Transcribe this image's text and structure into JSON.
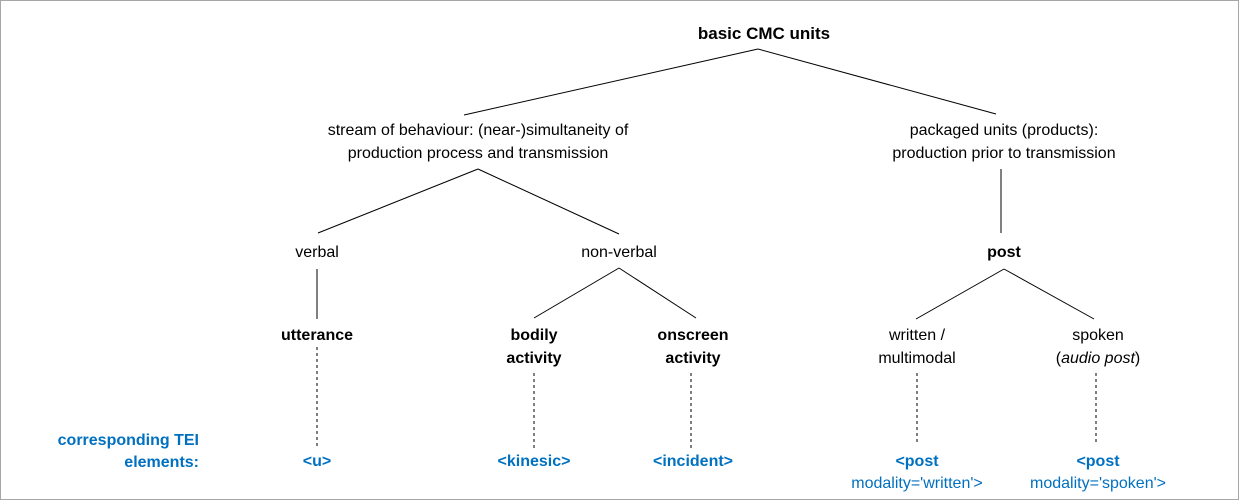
{
  "diagram": {
    "colors": {
      "accent_blue": "#0070C0",
      "line_color": "#000000",
      "border_gray": "#a6a6a6"
    },
    "nodes": {
      "root": "basic CMC units",
      "stream": {
        "line1": "stream of behaviour: (near-)simultaneity of",
        "line2": "production process and transmission"
      },
      "packaged": {
        "line1": "packaged units (products):",
        "line2": "production prior to transmission"
      },
      "verbal": "verbal",
      "nonverbal": "non-verbal",
      "post": "post",
      "utterance": "utterance",
      "bodily": {
        "line1": "bodily",
        "line2": "activity"
      },
      "onscreen": {
        "line1": "onscreen",
        "line2": "activity"
      },
      "written": {
        "line1": "written /",
        "line2": "multimodal"
      },
      "spoken": {
        "line1": "spoken",
        "paren_open": "(",
        "italic_part": "audio post",
        "paren_close": ")"
      }
    },
    "tei": {
      "caption_line1": "corresponding TEI",
      "caption_line2": "elements:",
      "u": "<u>",
      "kinesic": "<kinesic>",
      "incident": "<incident>",
      "post_written_line1": "<post",
      "post_written_line2": "modality='written'>",
      "post_spoken_line1": "<post",
      "post_spoken_line2": "modality='spoken'>"
    },
    "connectors": {
      "solid": [
        [
          757,
          48,
          463,
          114
        ],
        [
          757,
          48,
          995,
          113
        ],
        [
          477,
          168,
          317,
          232
        ],
        [
          477,
          168,
          618,
          233
        ],
        [
          1000,
          168,
          1000,
          232
        ],
        [
          316,
          268,
          316,
          318
        ],
        [
          618,
          267,
          533,
          317
        ],
        [
          618,
          267,
          695,
          317
        ],
        [
          1003,
          268,
          915,
          318
        ],
        [
          1003,
          268,
          1093,
          318
        ]
      ],
      "dashed": [
        [
          316,
          346,
          316,
          446
        ],
        [
          533,
          372,
          533,
          448
        ],
        [
          690,
          372,
          690,
          448
        ],
        [
          916,
          372,
          916,
          442
        ],
        [
          1095,
          372,
          1095,
          442
        ]
      ]
    }
  }
}
